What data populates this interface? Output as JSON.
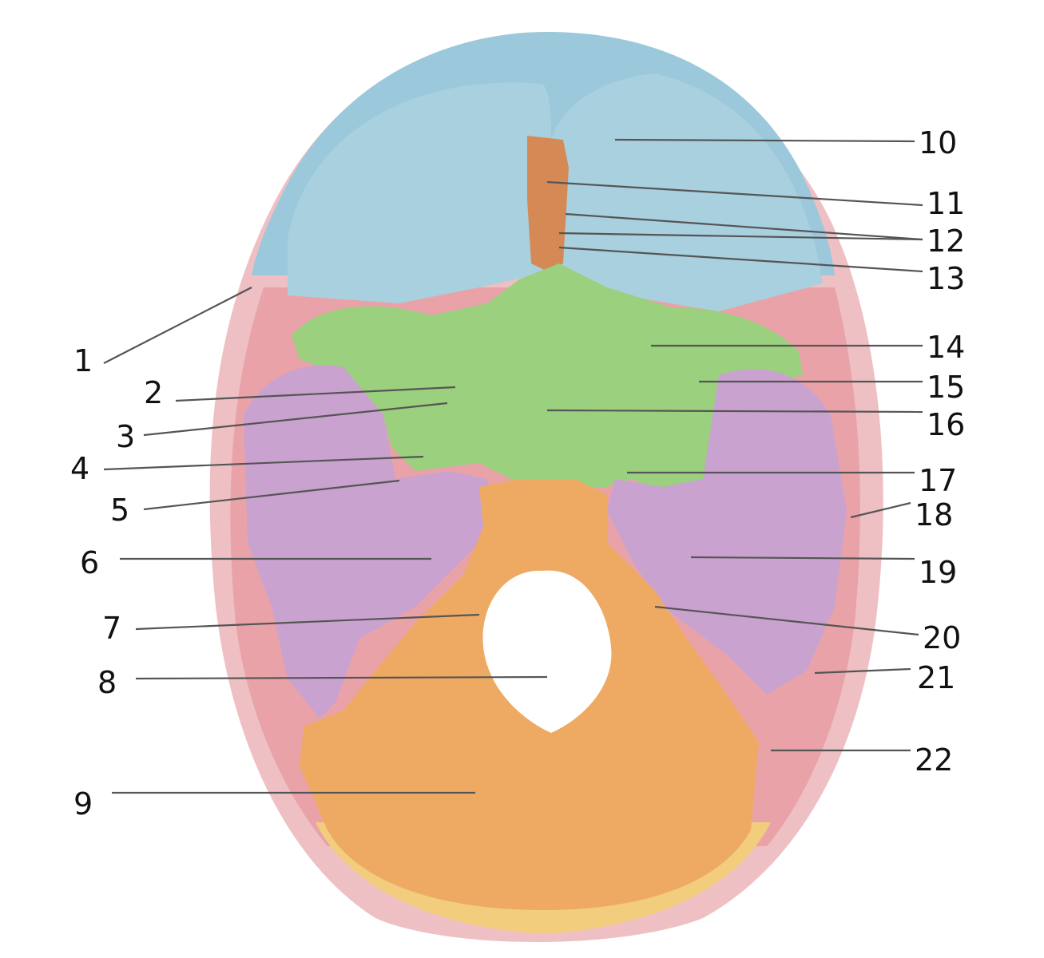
{
  "colors": {
    "frontal": "#a8d0df",
    "frontal_rim": "#9cc8dc",
    "parietal": "#e9a3a8",
    "parietal_rim": "#eec0c4",
    "sphenoid": "#9ad07e",
    "temporal": "#c9a2cf",
    "occipital": "#eeaa63",
    "occipital_rim": "#f2cd7e",
    "ethmoid": "#d58a55",
    "foramen": "#ffffff"
  },
  "labels": {
    "l1": "1",
    "l2": "2",
    "l3": "3",
    "l4": "4",
    "l5": "5",
    "l6": "6",
    "l7": "7",
    "l8": "8",
    "l9": "9",
    "l10": "10",
    "l11": "11",
    "l12": "12",
    "l13": "13",
    "l14": "14",
    "l15": "15",
    "l16": "16",
    "l17": "17",
    "l18": "18",
    "l19": "19",
    "l20": "20",
    "l21": "21",
    "l22": "22"
  }
}
